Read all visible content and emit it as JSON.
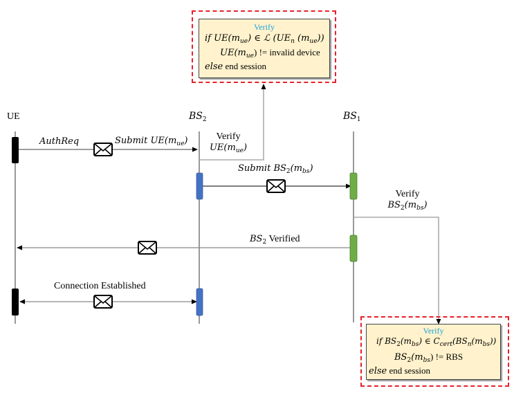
{
  "actors": {
    "ue": "UE",
    "bs2": {
      "base": "BS",
      "sub": "2"
    },
    "bs1": {
      "base": "BS",
      "sub": "1"
    }
  },
  "messages": {
    "auth_req": "AuthReq",
    "submit_ue": {
      "prefix": "Submit UE(",
      "var": "m",
      "sub": "ue",
      "suffix": ")"
    },
    "verify_ue": {
      "title": "Verify",
      "expr_prefix": "UE(",
      "var": "m",
      "sub": "ue",
      "suffix": ")"
    },
    "submit_bs2": {
      "prefix": "Submit BS",
      "sub2": "2",
      "mid": "(",
      "var": "m",
      "sub": "bs",
      "suffix": ")"
    },
    "verify_bs2": {
      "title": "Verify",
      "expr_prefix": "BS",
      "sub2": "2",
      "mid": "(",
      "var": "m",
      "sub": "bs",
      "suffix": ")"
    },
    "bs2_verified": {
      "prefix": "BS",
      "sub2": "2",
      "suffix": " Verified"
    },
    "connection_established": "Connection Established"
  },
  "verify_box_ue": {
    "title": "Verify",
    "line1": {
      "kw": "if ",
      "a": "UE(m",
      "a_sub": "ue",
      "b": ") ∈ ℒ (UE",
      "b_sub": "n",
      "c": " (m",
      "c_sub": "ue",
      "d": "))"
    },
    "line2": {
      "a": "UE(m",
      "a_sub": "ue",
      "b": ") != invalid  device"
    },
    "line3": {
      "kw": "else",
      "text": " end session"
    }
  },
  "verify_box_bs": {
    "title": "Verify",
    "line1": {
      "kw": "if  ",
      "a": "BS",
      "a_sub": "2",
      "b": "(m",
      "b_sub": "bs",
      "c": ") ∈ C",
      "c_sub": "cert",
      "d": "(BS",
      "d_sub": "n",
      "e": "(m",
      "e_sub": "bs",
      "f": "))"
    },
    "line2": {
      "a": "BS",
      "a_sub": "2",
      "b": "(m",
      "b_sub": "bs",
      "c": ") != RBS"
    },
    "line3": {
      "kw": "else",
      "text": " end session"
    }
  },
  "icons": {
    "message": "envelope-icon"
  },
  "colors": {
    "ue_activation": "#000000",
    "bs2_activation": "#4472c4",
    "bs1_activation": "#70ad47",
    "highlight_dash": "#e8202a",
    "verify_fill": "#fff2cc",
    "verify_title": "#1ca3dc"
  }
}
